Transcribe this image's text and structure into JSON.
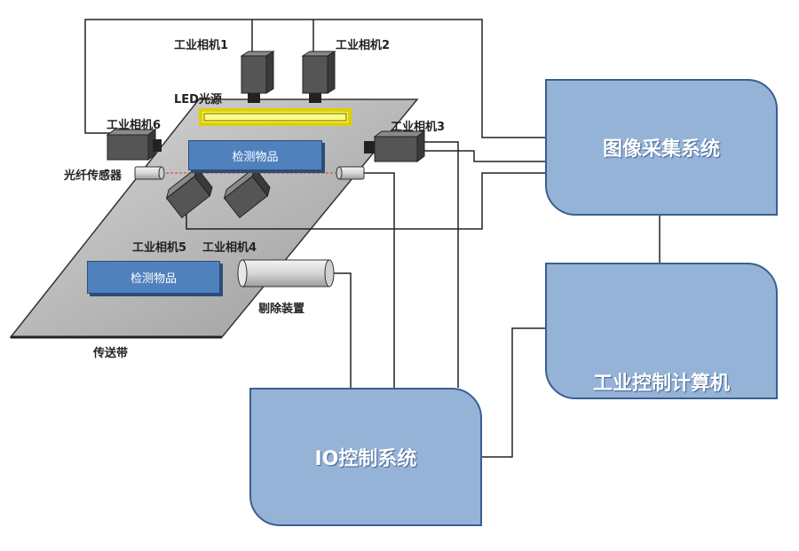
{
  "labels": {
    "camera1": "工业相机1",
    "camera2": "工业相机2",
    "camera3": "工业相机3",
    "camera4": "工业相机4",
    "camera5": "工业相机5",
    "camera6": "工业相机6",
    "led": "LED光源",
    "fiber_sensor": "光纤传感器",
    "object_top": "检测物品",
    "object_bottom": "检测物品",
    "reject_device": "剔除装置",
    "conveyor": "传送带"
  },
  "systems": {
    "image_acquisition": "图像采集系统",
    "ipc": "工业控制计算机",
    "io_control": "IO控制系统"
  },
  "colors": {
    "system_fill": "#95b3d7",
    "system_border": "#3a5f8f",
    "object_fill": "#4f81bd",
    "conveyor": "#b8b8b8",
    "led": "#ffff40"
  }
}
